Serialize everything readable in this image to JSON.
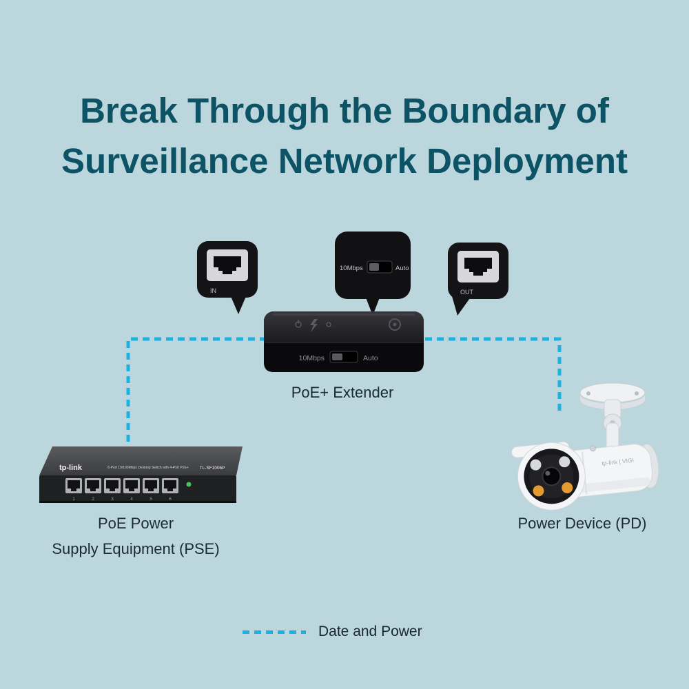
{
  "colors": {
    "background": "#bcd6dd",
    "heading": "#0d5366",
    "connection_line": "#1cb3de",
    "caption_text": "#1b2a33"
  },
  "heading": {
    "line1": "Break Through the Boundary of",
    "line2": "Surveillance Network Deployment"
  },
  "extender": {
    "label": "PoE+ Extender",
    "front": {
      "speed": "10Mbps",
      "mode": "Auto"
    }
  },
  "callouts": {
    "in": {
      "port_label": "IN"
    },
    "switch": {
      "speed": "10Mbps",
      "mode": "Auto"
    },
    "out": {
      "port_label": "OUT"
    }
  },
  "switch": {
    "caption_line1": "PoE Power",
    "caption_line2": "Supply Equipment (PSE)",
    "brand": "tp-link",
    "spec": "6-Port 10/100Mbps Desktop Switch with 4-Port PoE+",
    "model": "TL-SF1006P",
    "ports": [
      "1",
      "2",
      "3",
      "4",
      "5",
      "6"
    ]
  },
  "camera": {
    "caption": "Power Device (PD)",
    "brand": "tp-link | VIGI"
  },
  "legend": {
    "label": "Date and Power"
  }
}
